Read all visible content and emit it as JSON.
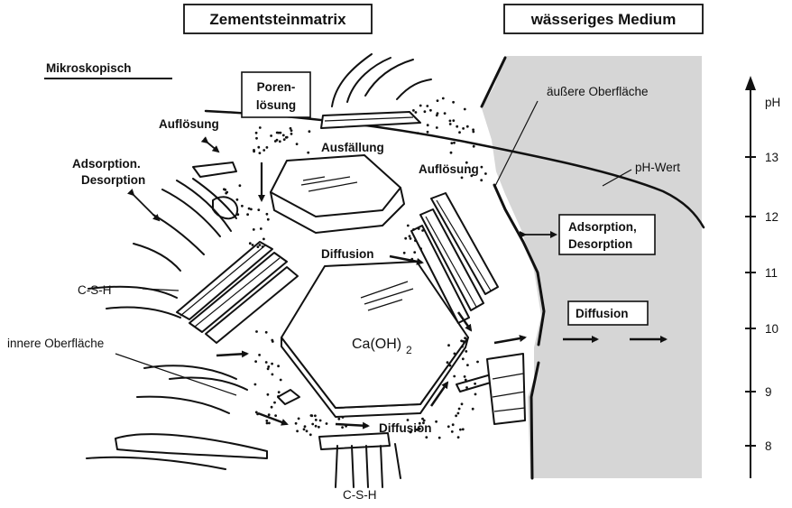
{
  "headers": {
    "matrix": "Zementsteinmatrix",
    "medium": "wässeriges Medium"
  },
  "scale_label": "Mikroskopisch",
  "labels": {
    "porenloesung_1": "Poren-",
    "porenloesung_2": "lösung",
    "aufloesung_left": "Auflösung",
    "aufloesung_mid": "Auflösung",
    "ausfaellung": "Ausfällung",
    "adsorption_left_1": "Adsorption.",
    "adsorption_left_2": "Desorption",
    "diffusion_top": "Diffusion",
    "diffusion_bottom": "Diffusion",
    "csh_left": "C-S-H",
    "csh_bottom": "C-S-H",
    "innere_oberflaeche": "innere Oberfläche",
    "aeussere_oberflaeche": "äußere Oberfläche",
    "ph_wert": "pH-Wert",
    "caoh2_main": "Ca(OH)",
    "caoh2_sub": "2",
    "adsorption_right_1": "Adsorption,",
    "adsorption_right_2": "Desorption",
    "diffusion_right": "Diffusion"
  },
  "ph_axis": {
    "label": "pH",
    "ticks": [
      "13",
      "12",
      "11",
      "10",
      "9",
      "8"
    ]
  },
  "colors": {
    "medium_fill": "#d6d6d6",
    "ink": "#111111"
  }
}
